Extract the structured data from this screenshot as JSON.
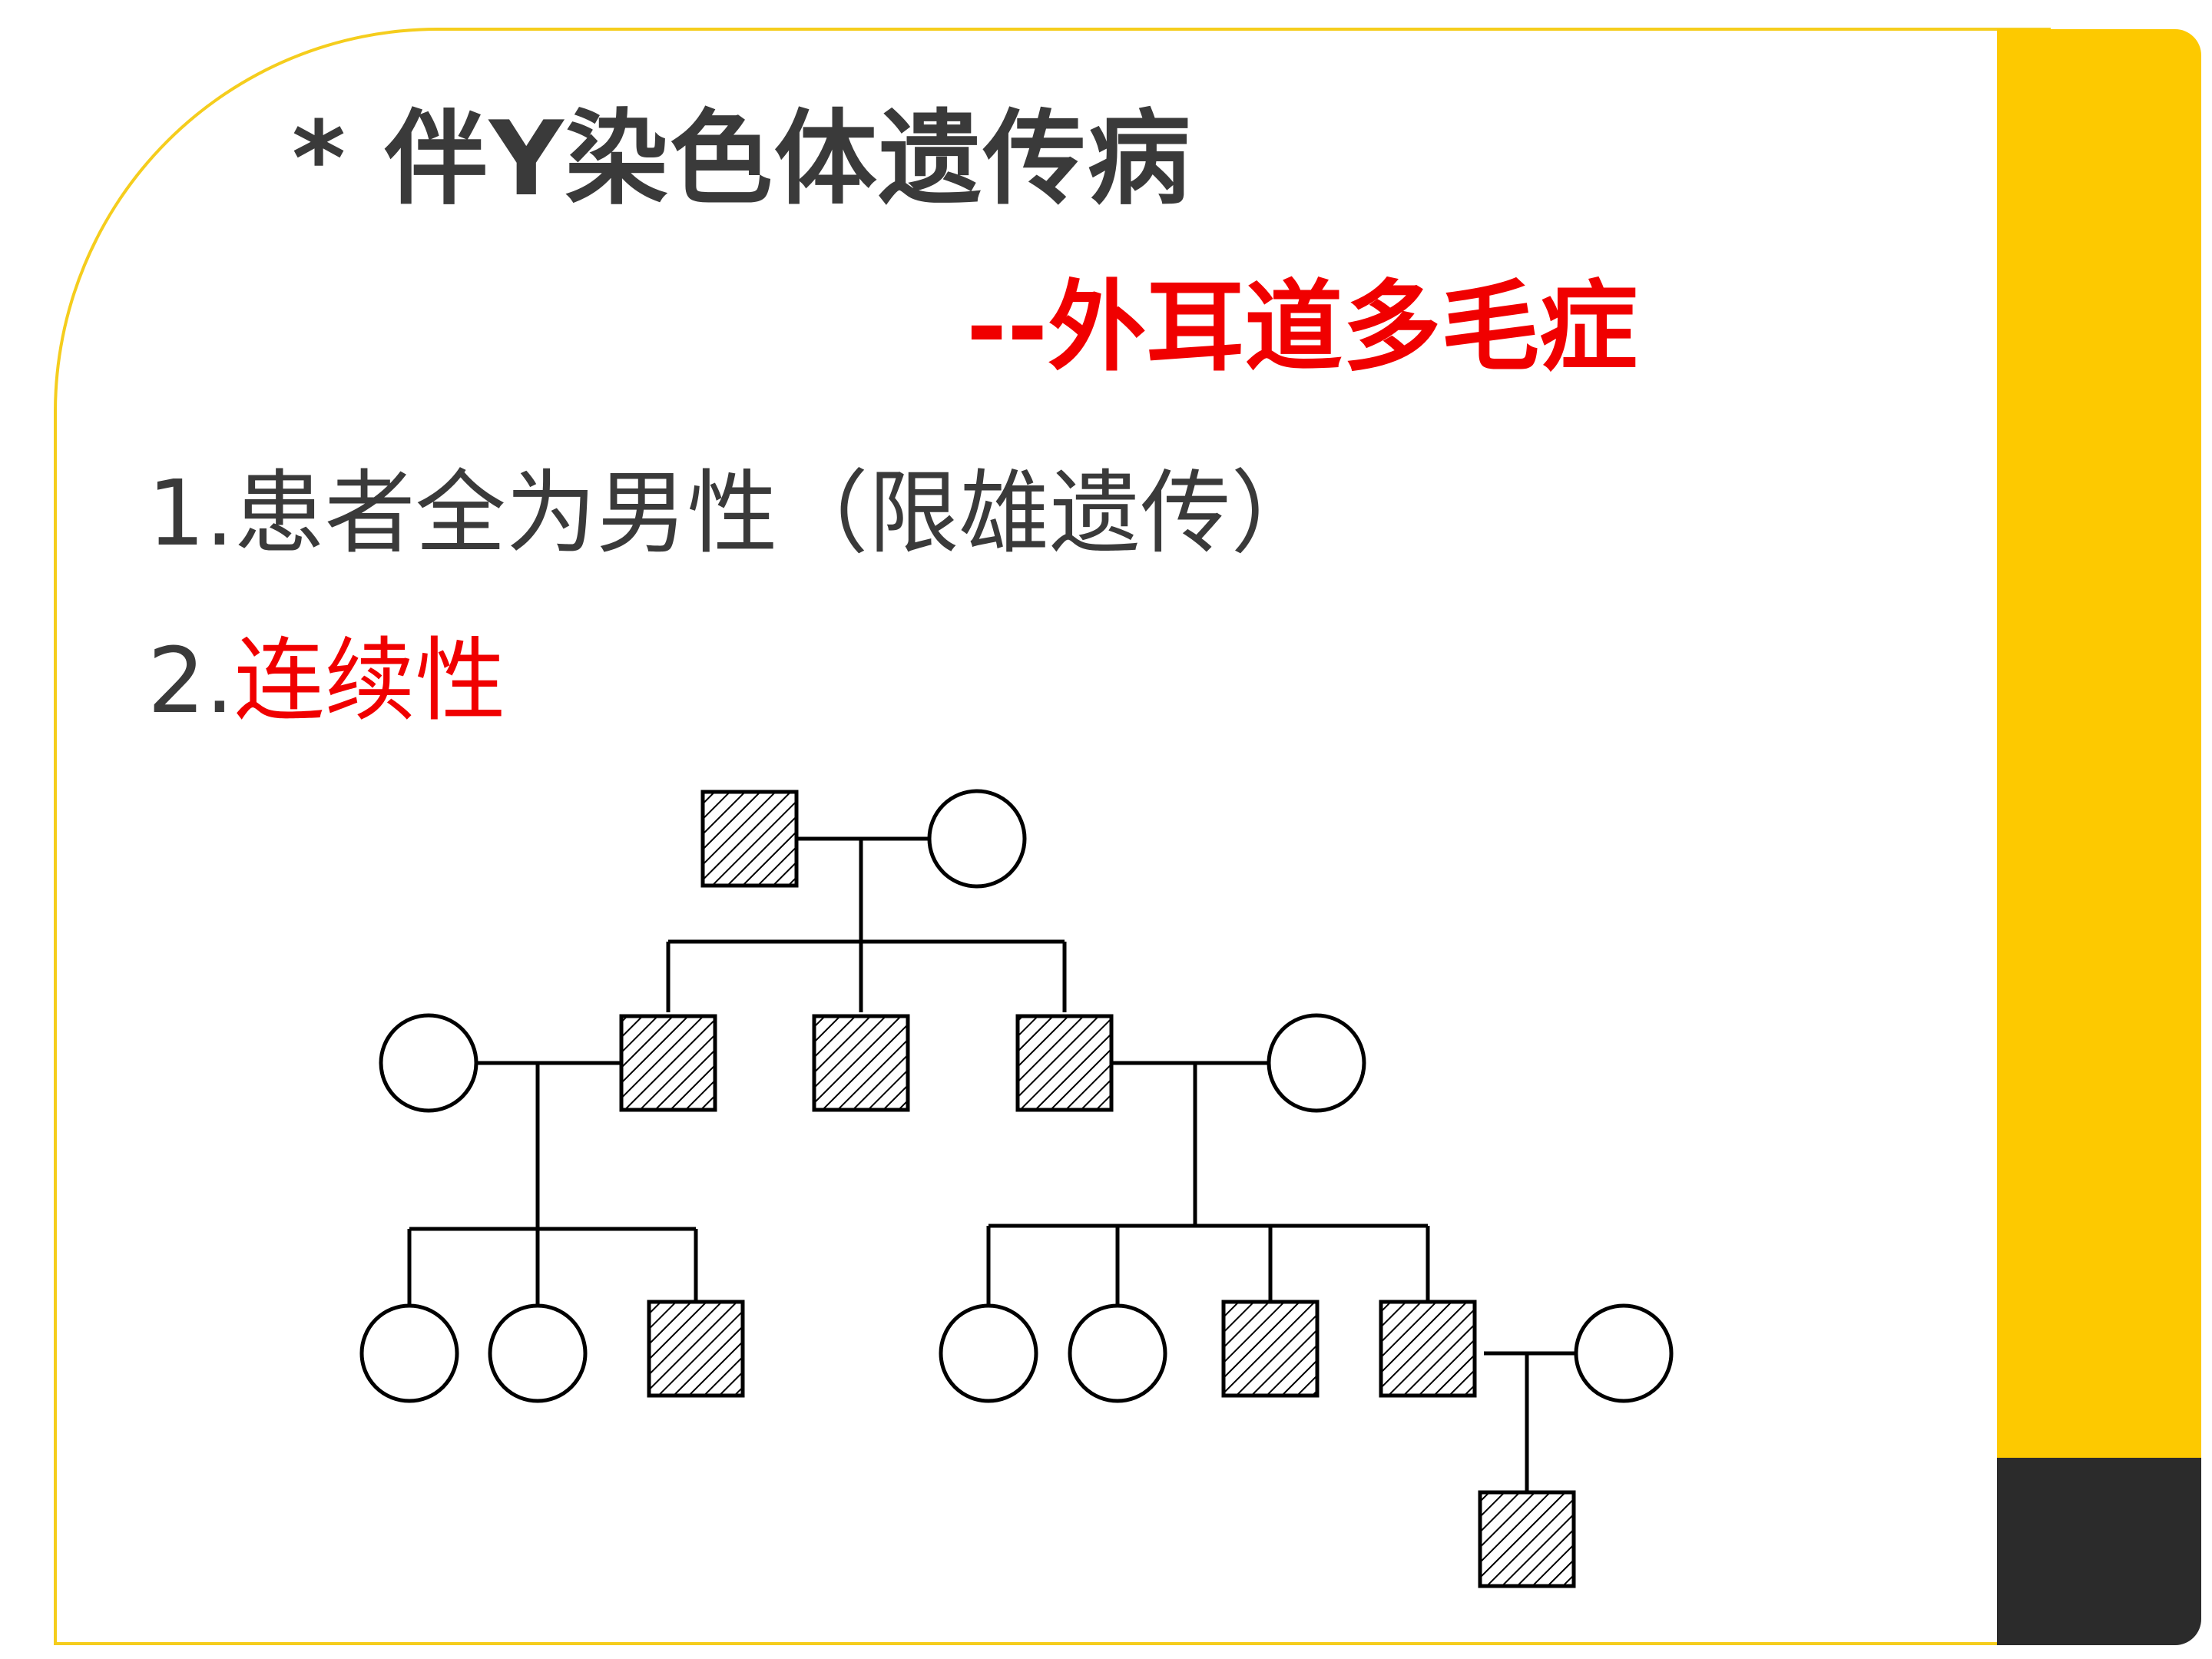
{
  "title": "* 伴Y染色体遗传病",
  "subtitle": "--外耳道多毛症",
  "points": [
    {
      "number": "1.",
      "text": "患者全为男性（限雄遗传）",
      "highlight": ""
    },
    {
      "number": "2.",
      "text": "",
      "highlight": "连续性"
    }
  ],
  "colors": {
    "accent_yellow": "#fdc900",
    "dark_block": "#2b2b2b",
    "title_text": "#3a3a3a",
    "highlight_red": "#f00000"
  },
  "pedigree": {
    "generations": [
      [
        "affected-male",
        "unaffected-female"
      ],
      [
        "unaffected-female",
        "affected-male",
        "affected-male",
        "affected-male",
        "unaffected-female"
      ],
      [
        "unaffected-female",
        "unaffected-female",
        "affected-male",
        "unaffected-female",
        "unaffected-female",
        "affected-male",
        "affected-male",
        "unaffected-female"
      ],
      [
        "affected-male"
      ]
    ]
  }
}
